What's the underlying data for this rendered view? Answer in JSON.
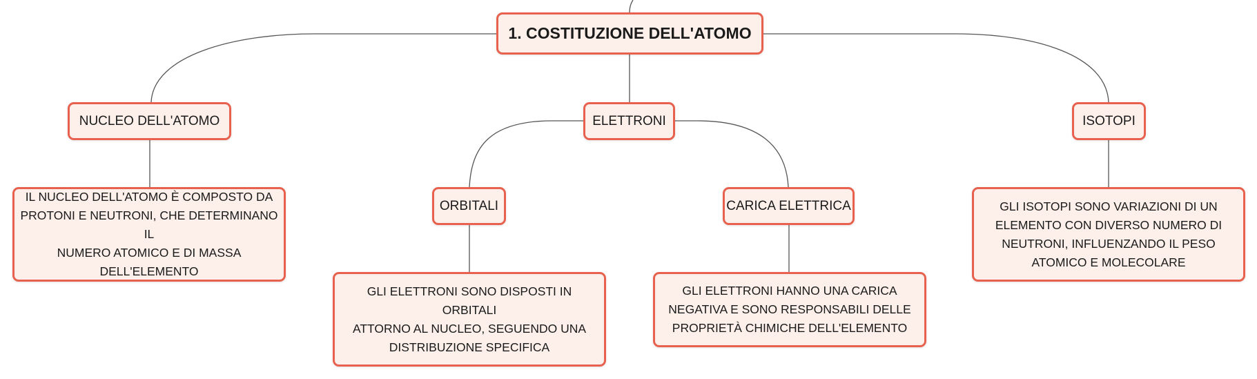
{
  "mindmap": {
    "root": {
      "label": "1. COSTITUZIONE DELL'ATOMO"
    },
    "topics": {
      "nucleo": {
        "label": "NUCLEO DELL'ATOMO",
        "detail": [
          "IL NUCLEO DELL'ATOMO È COMPOSTO DA",
          "PROTONI E NEUTRONI, CHE DETERMINANO IL",
          "NUMERO ATOMICO E DI MASSA",
          "DELL'ELEMENTO"
        ]
      },
      "elettroni": {
        "label": "ELETTRONI",
        "subtopics": {
          "orbitali": {
            "label": "ORBITALI",
            "detail": [
              "GLI ELETTRONI SONO DISPOSTI IN ORBITALI",
              "ATTORNO AL NUCLEO, SEGUENDO UNA",
              "DISTRIBUZIONE SPECIFICA"
            ]
          },
          "carica": {
            "label": "CARICA ELETTRICA",
            "detail": [
              "GLI ELETTRONI HANNO UNA CARICA",
              "NEGATIVA E SONO RESPONSABILI DELLE",
              "PROPRIETÀ CHIMICHE DELL'ELEMENTO"
            ]
          }
        }
      },
      "isotopi": {
        "label": "ISOTOPI",
        "detail": [
          "GLI ISOTOPI SONO VARIAZIONI DI UN",
          "ELEMENTO CON DIVERSO NUMERO DI",
          "NEUTRONI, INFLUENZANDO IL PESO",
          "ATOMICO E MOLECOLARE"
        ]
      }
    }
  },
  "colors": {
    "node_border": "#e8614f",
    "node_fill": "#fdf0eb",
    "connector": "#555555",
    "text": "#1a1a1a"
  }
}
